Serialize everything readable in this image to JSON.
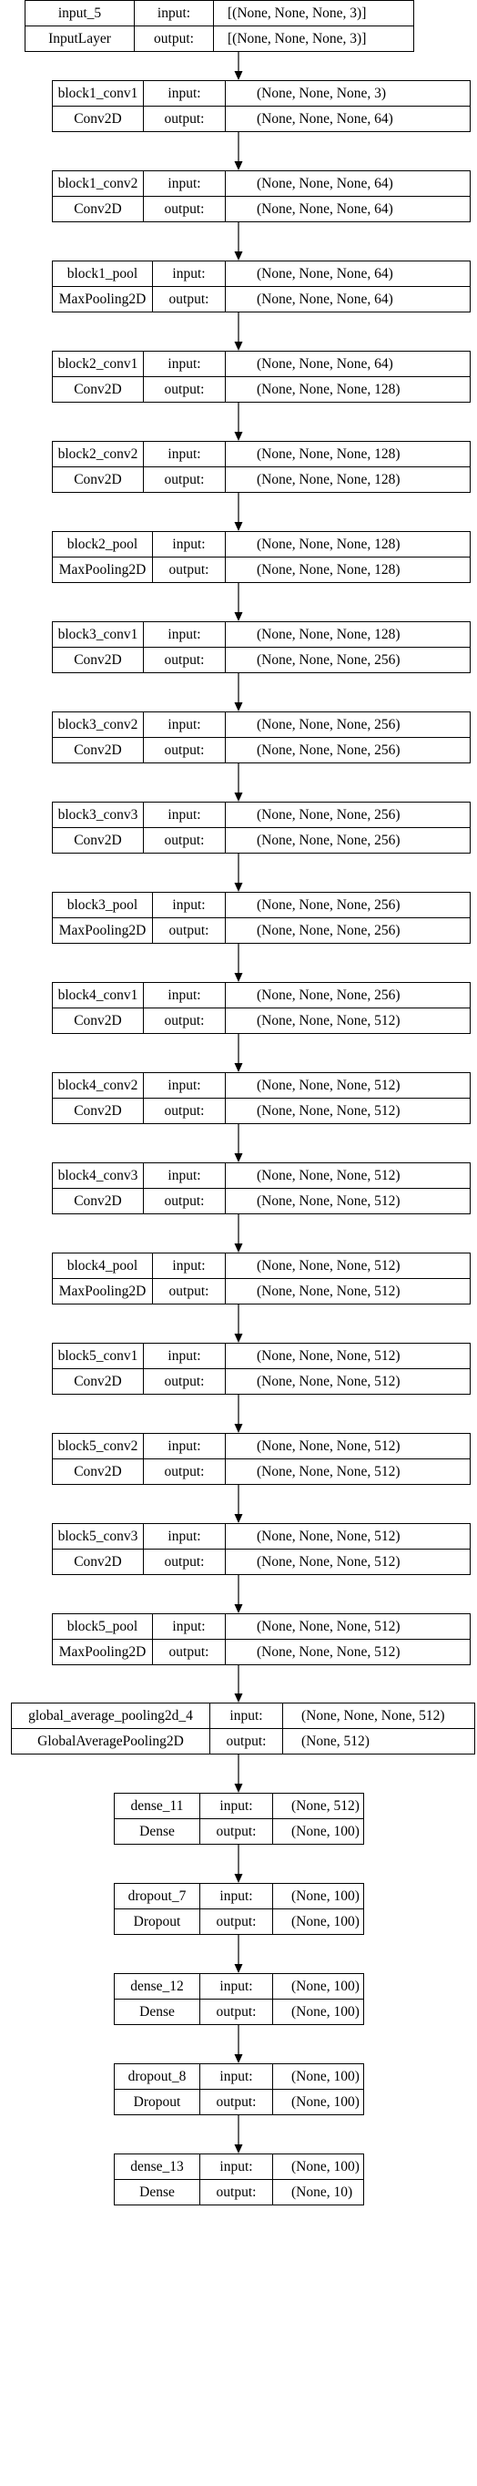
{
  "diagram": {
    "layers": [
      {
        "name": "input_5",
        "type": "InputLayer",
        "input_label": "input:",
        "output_label": "output:",
        "input_shape": "[(None, None, None, 3)]",
        "output_shape": "[(None, None, None, 3)]"
      },
      {
        "name": "block1_conv1",
        "type": "Conv2D",
        "input_label": "input:",
        "output_label": "output:",
        "input_shape": "(None, None, None, 3)",
        "output_shape": "(None, None, None, 64)"
      },
      {
        "name": "block1_conv2",
        "type": "Conv2D",
        "input_label": "input:",
        "output_label": "output:",
        "input_shape": "(None, None, None, 64)",
        "output_shape": "(None, None, None, 64)"
      },
      {
        "name": "block1_pool",
        "type": "MaxPooling2D",
        "input_label": "input:",
        "output_label": "output:",
        "input_shape": "(None, None, None, 64)",
        "output_shape": "(None, None, None, 64)"
      },
      {
        "name": "block2_conv1",
        "type": "Conv2D",
        "input_label": "input:",
        "output_label": "output:",
        "input_shape": "(None, None, None, 64)",
        "output_shape": "(None, None, None, 128)"
      },
      {
        "name": "block2_conv2",
        "type": "Conv2D",
        "input_label": "input:",
        "output_label": "output:",
        "input_shape": "(None, None, None, 128)",
        "output_shape": "(None, None, None, 128)"
      },
      {
        "name": "block2_pool",
        "type": "MaxPooling2D",
        "input_label": "input:",
        "output_label": "output:",
        "input_shape": "(None, None, None, 128)",
        "output_shape": "(None, None, None, 128)"
      },
      {
        "name": "block3_conv1",
        "type": "Conv2D",
        "input_label": "input:",
        "output_label": "output:",
        "input_shape": "(None, None, None, 128)",
        "output_shape": "(None, None, None, 256)"
      },
      {
        "name": "block3_conv2",
        "type": "Conv2D",
        "input_label": "input:",
        "output_label": "output:",
        "input_shape": "(None, None, None, 256)",
        "output_shape": "(None, None, None, 256)"
      },
      {
        "name": "block3_conv3",
        "type": "Conv2D",
        "input_label": "input:",
        "output_label": "output:",
        "input_shape": "(None, None, None, 256)",
        "output_shape": "(None, None, None, 256)"
      },
      {
        "name": "block3_pool",
        "type": "MaxPooling2D",
        "input_label": "input:",
        "output_label": "output:",
        "input_shape": "(None, None, None, 256)",
        "output_shape": "(None, None, None, 256)"
      },
      {
        "name": "block4_conv1",
        "type": "Conv2D",
        "input_label": "input:",
        "output_label": "output:",
        "input_shape": "(None, None, None, 256)",
        "output_shape": "(None, None, None, 512)"
      },
      {
        "name": "block4_conv2",
        "type": "Conv2D",
        "input_label": "input:",
        "output_label": "output:",
        "input_shape": "(None, None, None, 512)",
        "output_shape": "(None, None, None, 512)"
      },
      {
        "name": "block4_conv3",
        "type": "Conv2D",
        "input_label": "input:",
        "output_label": "output:",
        "input_shape": "(None, None, None, 512)",
        "output_shape": "(None, None, None, 512)"
      },
      {
        "name": "block4_pool",
        "type": "MaxPooling2D",
        "input_label": "input:",
        "output_label": "output:",
        "input_shape": "(None, None, None, 512)",
        "output_shape": "(None, None, None, 512)"
      },
      {
        "name": "block5_conv1",
        "type": "Conv2D",
        "input_label": "input:",
        "output_label": "output:",
        "input_shape": "(None, None, None, 512)",
        "output_shape": "(None, None, None, 512)"
      },
      {
        "name": "block5_conv2",
        "type": "Conv2D",
        "input_label": "input:",
        "output_label": "output:",
        "input_shape": "(None, None, None, 512)",
        "output_shape": "(None, None, None, 512)"
      },
      {
        "name": "block5_conv3",
        "type": "Conv2D",
        "input_label": "input:",
        "output_label": "output:",
        "input_shape": "(None, None, None, 512)",
        "output_shape": "(None, None, None, 512)"
      },
      {
        "name": "block5_pool",
        "type": "MaxPooling2D",
        "input_label": "input:",
        "output_label": "output:",
        "input_shape": "(None, None, None, 512)",
        "output_shape": "(None, None, None, 512)"
      },
      {
        "name": "global_average_pooling2d_4",
        "type": "GlobalAveragePooling2D",
        "input_label": "input:",
        "output_label": "output:",
        "input_shape": "(None, None, None, 512)",
        "output_shape": "(None, 512)"
      },
      {
        "name": "dense_11",
        "type": "Dense",
        "input_label": "input:",
        "output_label": "output:",
        "input_shape": "(None, 512)",
        "output_shape": "(None, 100)"
      },
      {
        "name": "dropout_7",
        "type": "Dropout",
        "input_label": "input:",
        "output_label": "output:",
        "input_shape": "(None, 100)",
        "output_shape": "(None, 100)"
      },
      {
        "name": "dense_12",
        "type": "Dense",
        "input_label": "input:",
        "output_label": "output:",
        "input_shape": "(None, 100)",
        "output_shape": "(None, 100)"
      },
      {
        "name": "dropout_8",
        "type": "Dropout",
        "input_label": "input:",
        "output_label": "output:",
        "input_shape": "(None, 100)",
        "output_shape": "(None, 100)"
      },
      {
        "name": "dense_13",
        "type": "Dense",
        "input_label": "input:",
        "output_label": "output:",
        "input_shape": "(None, 100)",
        "output_shape": "(None, 10)"
      }
    ]
  }
}
